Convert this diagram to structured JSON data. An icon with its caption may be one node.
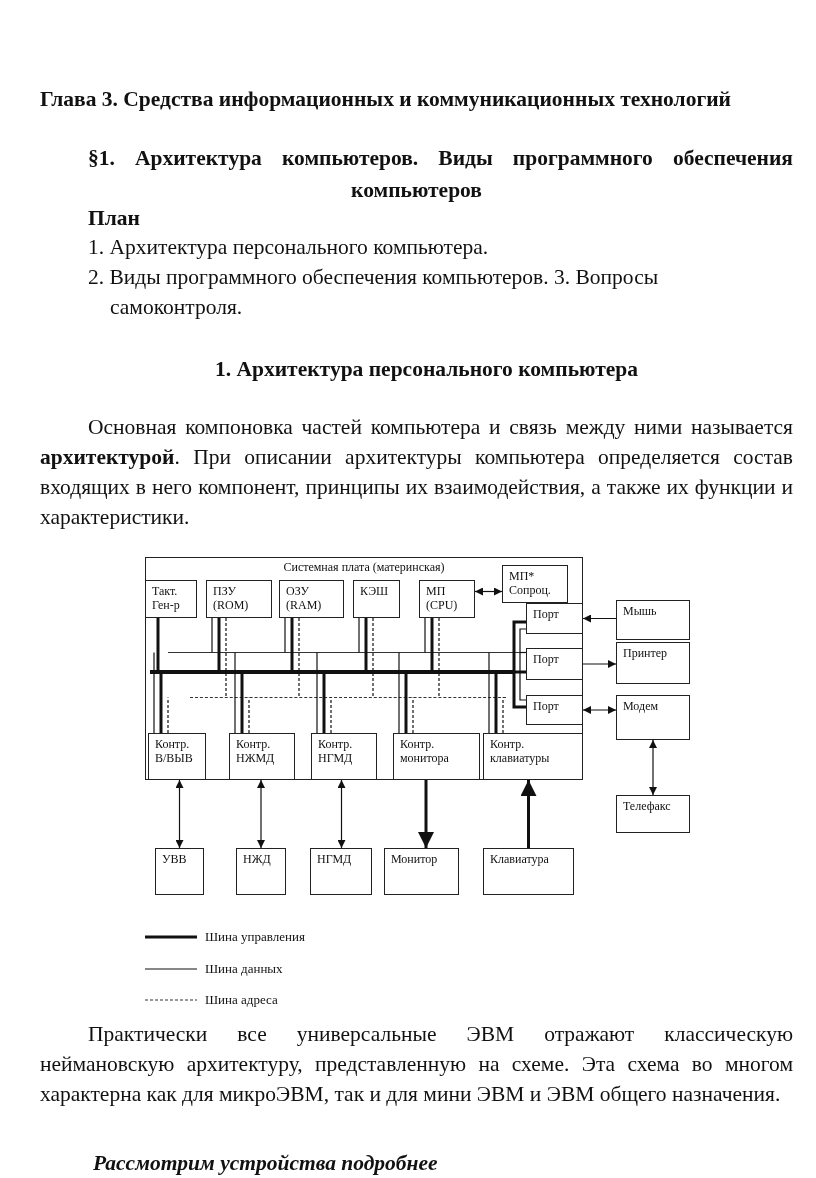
{
  "diagram": {
    "title": "Глава 3. Средства информационных и коммуникационных технологий",
    "nodes": [
      {
        "text": [
          "Системная плата (материнская)"
        ]
      },
      {
        "text": [
          "Такт. Ген-р"
        ],
        "in": 0
      },
      {
        "text": [
          "ПЗУ (ROM)"
        ],
        "in": 0
      },
      {
        "text": [
          "ОЗУ (RAM)"
        ],
        "in": 0
      },
      {
        "text": [
          "КЭШ"
        ],
        "in": 0
      },
      {
        "text": [
          "МП (CPU)"
        ],
        "in": 0
      },
      {
        "text": [
          "МП* Сопроц."
        ],
        "in": 0
      },
      {
        "text": [
          "Порт"
        ],
        "in": 0
      },
      {
        "text": [
          "Порт"
        ],
        "in": 0
      },
      {
        "text": [
          "Порт"
        ],
        "in": 0
      },
      {
        "text": [
          "Контр. В/ВЫВ"
        ],
        "in": 0
      },
      {
        "text": [
          "Контр. НЖМД"
        ],
        "in": 0
      },
      {
        "text": [
          "Контр. НГМД"
        ],
        "in": 0
      },
      {
        "text": [
          "Контр. монитора"
        ],
        "in": 0
      },
      {
        "text": [
          "Контр. клавиатуры"
        ],
        "in": 0
      },
      {
        "text": [
          "Мышь"
        ]
      },
      {
        "text": [
          "Принтер"
        ]
      },
      {
        "text": [
          "Модем"
        ]
      },
      {
        "text": [
          "Телефакс"
        ]
      },
      {
        "text": [
          "УВВ"
        ]
      },
      {
        "text": [
          "НЖД"
        ]
      },
      {
        "text": [
          "НГМД"
        ]
      },
      {
        "text": [
          "Монитор"
        ]
      },
      {
        "text": [
          "Клавиатура"
        ]
      },
      {
        "text": [],
        "shape": "bar",
        "in": 0
      },
      {
        "text": [],
        "shape": "bar",
        "in": 0
      },
      {
        "text": [],
        "shape": "bar",
        "in": 0
      }
    ],
    "edges": [
      {
        "from": 5,
        "to": 6,
        "arrow": "both"
      },
      {
        "from": 15,
        "to": 7,
        "arrow": "to"
      },
      {
        "from": 8,
        "to": 16,
        "arrow": "to"
      },
      {
        "from": 9,
        "to": 17,
        "arrow": "both"
      },
      {
        "from": 17,
        "to": 18,
        "arrow": "both"
      },
      {
        "from": 10,
        "to": 19,
        "arrow": "both"
      },
      {
        "from": 11,
        "to": 20,
        "arrow": "both"
      },
      {
        "from": 12,
        "to": 21,
        "arrow": "both"
      },
      {
        "from": 13,
        "to": 22,
        "arrow": "to",
        "style": "thick"
      },
      {
        "from": 23,
        "to": 14,
        "arrow": "to",
        "style": "thick"
      },
      {
        "from": 1,
        "to": 25,
        "arrow": "none",
        "style": "thick"
      },
      {
        "from": 2,
        "to": 25,
        "arrow": "none",
        "style": "thick"
      },
      {
        "from": 3,
        "to": 25,
        "arrow": "none",
        "style": "thick"
      },
      {
        "from": 4,
        "to": 25,
        "arrow": "none",
        "style": "thick"
      },
      {
        "from": 5,
        "to": 25,
        "arrow": "none",
        "style": "thick"
      },
      {
        "from": 10,
        "to": 25,
        "arrow": "none",
        "style": "thick"
      },
      {
        "from": 11,
        "to": 25,
        "arrow": "none",
        "style": "thick"
      },
      {
        "from": 12,
        "to": 25,
        "arrow": "none",
        "style": "thick"
      },
      {
        "from": 13,
        "to": 25,
        "arrow": "none",
        "style": "thick"
      },
      {
        "from": 14,
        "to": 25,
        "arrow": "none",
        "style": "thick"
      },
      {
        "from": 7,
        "to": 25,
        "arrow": "none",
        "style": "thick"
      },
      {
        "from": 8,
        "to": 25,
        "arrow": "none",
        "style": "thick"
      },
      {
        "from": 9,
        "to": 25,
        "arrow": "none",
        "style": "thick"
      },
      {
        "from": 2,
        "to": 24,
        "arrow": "none"
      },
      {
        "from": 3,
        "to": 24,
        "arrow": "none"
      },
      {
        "from": 4,
        "to": 24,
        "arrow": "none"
      },
      {
        "from": 5,
        "to": 24,
        "arrow": "none"
      },
      {
        "from": 10,
        "to": 24,
        "arrow": "none"
      },
      {
        "from": 11,
        "to": 24,
        "arrow": "none"
      },
      {
        "from": 12,
        "to": 24,
        "arrow": "none"
      },
      {
        "from": 13,
        "to": 24,
        "arrow": "none"
      },
      {
        "from": 14,
        "to": 24,
        "arrow": "none"
      },
      {
        "from": 7,
        "to": 24,
        "arrow": "none"
      },
      {
        "from": 8,
        "to": 24,
        "arrow": "none"
      },
      {
        "from": 9,
        "to": 24,
        "arrow": "none"
      },
      {
        "from": 2,
        "to": 26,
        "arrow": "none",
        "style": "dashed"
      },
      {
        "from": 3,
        "to": 26,
        "arrow": "none",
        "style": "dashed"
      },
      {
        "from": 4,
        "to": 26,
        "arrow": "none",
        "style": "dashed"
      },
      {
        "from": 5,
        "to": 26,
        "arrow": "none",
        "style": "dashed"
      },
      {
        "from": 10,
        "to": 26,
        "arrow": "none",
        "style": "dashed"
      },
      {
        "from": 11,
        "to": 26,
        "arrow": "none",
        "style": "dashed"
      },
      {
        "from": 12,
        "to": 26,
        "arrow": "none",
        "style": "dashed"
      },
      {
        "from": 13,
        "to": 26,
        "arrow": "none",
        "style": "dashed"
      },
      {
        "from": 14,
        "to": 26,
        "arrow": "none",
        "style": "dashed"
      }
    ],
    "labels": [
      "§1. Архитектура компьютеров. Виды программного обеспечения компьютеров",
      "План",
      "1. Архитектура персонального компьютера.",
      "2. Виды программного обеспечения компьютеров. 3. Вопросы самоконтроля.",
      "1. Архитектура персонального компьютера",
      "Основная компоновка частей компьютера и связь между ними называется **архитектурой**. При описании архитектуры компьютера определяется состав входящих в него компонент, принципы их взаимодействия, а также их функции и характеристики.",
      "Практически все универсальные ЭВМ отражают классическую неймановскую архитектуру, представленную на схеме. Эта схема во многом характерна как для микроЭВМ, так и для мини ЭВМ и ЭВМ общего назначения.",
      "Рассмотрим устройства подробнее"
    ],
    "legend": [
      {
        "text": "Шина управления"
      },
      {
        "text": "Шина данных"
      },
      {
        "text": "Шина адреса"
      }
    ]
  }
}
